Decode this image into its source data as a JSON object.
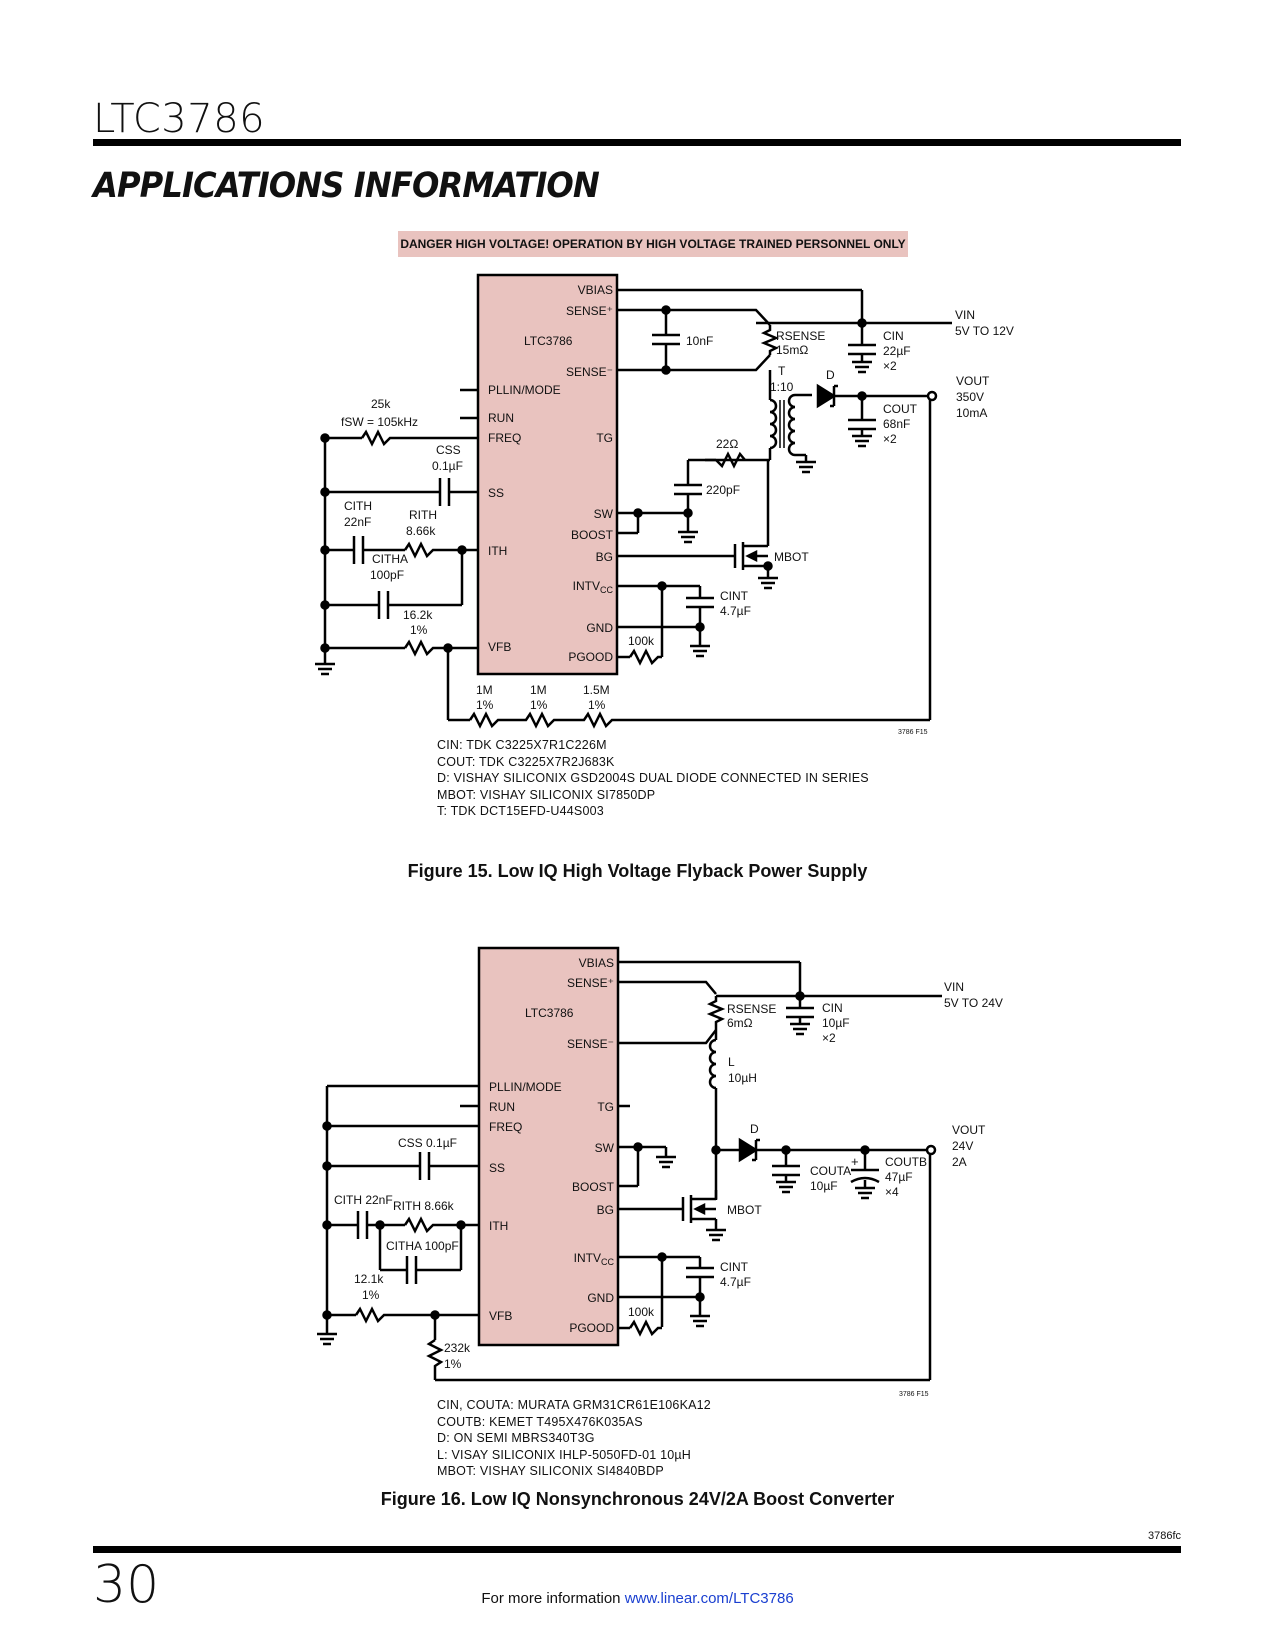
{
  "header": {
    "part": "LTC3786",
    "section": "APPLICATIONS INFORMATION"
  },
  "fig15": {
    "warning": "DANGER HIGH VOLTAGE! OPERATION BY HIGH VOLTAGE TRAINED PERSONNEL ONLY",
    "chip": "LTC3786",
    "pins_right": [
      "VBIAS",
      "SENSE+",
      "SENSE–",
      "TG",
      "SW",
      "BOOST",
      "BG",
      "INTVCC",
      "GND",
      "PGOOD"
    ],
    "pins_left": [
      "PLLIN/MODE",
      "RUN",
      "FREQ",
      "SS",
      "ITH",
      "VFB"
    ],
    "labels": {
      "r_freq": "25k",
      "fsw": "fSW = 105kHz",
      "css": "CSS",
      "css_val": "0.1µF",
      "cith": "CITH",
      "cith_val": "22nF",
      "rith": "RITH",
      "rith_val": "8.66k",
      "citha": "CITHA",
      "citha_val": "100pF",
      "r_vfb": "16.2k",
      "r_vfb_tol": "1%",
      "c_sense": "10nF",
      "rsense": "RSENSE",
      "rsense_val": "15mΩ",
      "t": "T",
      "t_ratio": "1:10",
      "d": "D",
      "cin": "CIN",
      "cin_val": "22µF",
      "cin_mult": "×2",
      "vin": "VIN",
      "vin_range": "5V TO 12V",
      "vout": "VOUT",
      "vout_val": "350V",
      "iout": "10mA",
      "cout": "COUT",
      "cout_val": "68nF",
      "cout_mult": "×2",
      "r_snub": "22Ω",
      "c_snub": "220pF",
      "mbot": "MBOT",
      "cint": "CINT",
      "cint_val": "4.7µF",
      "r_pgood": "100k",
      "r1": "1M",
      "r1_tol": "1%",
      "r2": "1M",
      "r2_tol": "1%",
      "r3": "1.5M",
      "r3_tol": "1%",
      "fig_id": "3786 F15"
    },
    "notes": [
      "CIN: TDK C3225X7R1C226M",
      "COUT: TDK C3225X7R2J683K",
      "D: VISHAY SILICONIX GSD2004S DUAL DIODE CONNECTED IN SERIES",
      "MBOT: VISHAY SILICONIX SI7850DP",
      "T: TDK DCT15EFD-U44S003"
    ],
    "caption": "Figure 15. Low IQ High Voltage Flyback Power Supply"
  },
  "fig16": {
    "chip": "LTC3786",
    "labels": {
      "rsense": "RSENSE",
      "rsense_val": "6mΩ",
      "cin": "CIN",
      "cin_val": "10µF",
      "cin_mult": "×2",
      "vin": "VIN",
      "vin_range": "5V TO 24V",
      "l": "L",
      "l_val": "10µH",
      "d": "D",
      "vout": "VOUT",
      "vout_val": "24V",
      "iout": "2A",
      "couta": "COUTA",
      "couta_val": "10µF",
      "coutb": "COUTB",
      "coutb_val": "47µF",
      "coutb_mult": "×4",
      "mbot": "MBOT",
      "css": "CSS 0.1µF",
      "cith": "CITH 22nF",
      "rith": "RITH 8.66k",
      "citha": "CITHA 100pF",
      "r_vfb": "12.1k",
      "r_vfb_tol": "1%",
      "r_div": "232k",
      "r_div_tol": "1%",
      "cint": "CINT",
      "cint_val": "4.7µF",
      "r_pgood": "100k",
      "fig_id": "3786 F15"
    },
    "notes": [
      "CIN, COUTA: MURATA GRM31CR61E106KA12",
      "COUTB: KEMET T495X476K035AS",
      "D: ON SEMI MBRS340T3G",
      "L: VISAY SILICONIX IHLP-5050FD-01 10µH",
      "MBOT: VISHAY SILICONIX SI4840BDP"
    ],
    "caption": "Figure 16. Low IQ Nonsynchronous 24V/2A Boost Converter"
  },
  "footer": {
    "doc_id": "3786fc",
    "page": "30",
    "prefix": "For more information ",
    "link": "www.linear.com/LTC3786"
  },
  "colors": {
    "chip_fill": "#e9c3bf",
    "link": "#1a3fd0"
  }
}
